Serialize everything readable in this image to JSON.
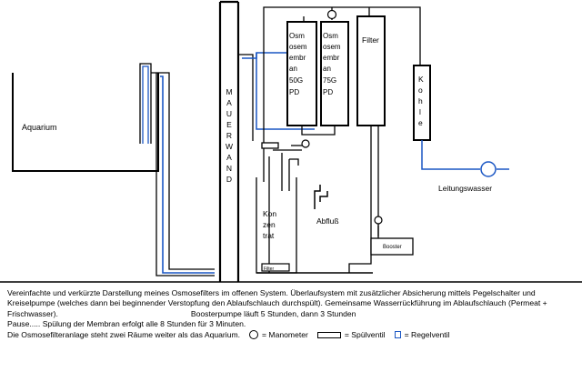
{
  "labels": {
    "aquarium": "Aquarium",
    "wall_letters": [
      "M",
      "A",
      "U",
      "E",
      "R",
      "W",
      "A",
      "N",
      "D"
    ],
    "membrane_50": [
      "Osm",
      "osem",
      "embr",
      "an",
      "50G",
      "PD"
    ],
    "membrane_75": [
      "Osm",
      "osem",
      "embr",
      "an",
      "75G",
      "PD"
    ],
    "filter": "Filter",
    "kohle_letters": [
      "K",
      "o",
      "h",
      "l",
      "e"
    ],
    "konzentrat": [
      "Kon",
      "zen",
      "trat"
    ],
    "abfluss": "Abfluß",
    "booster": "Booster",
    "small_filter": "Filter",
    "leitungswasser": "Leitungswasser"
  },
  "caption": {
    "line1": "Vereinfachte und verkürzte Darstellung meines Osmosefilters im offenen System. Überlaufsystem mit zusätzlicher Absicherung mittels Pegelschalter und",
    "line2": "Kreiselpumpe (welches dann bei beginnender Verstopfung den Ablaufschlauch durchspült). Gemeinsame Wasserrückführung im Ablaufschlauch (Permeat +",
    "line3a": "Frischwasser).",
    "line3b": "Boosterpumpe läuft 5 Stunden, dann 3 Stunden",
    "line4": "Pause..... Spülung der Membran erfolgt alle 8 Stunden für 3 Minuten.",
    "line5": "Die Osmosefilteranlage steht zwei Räume weiter als das Aquarium.",
    "legend_manometer": "= Manometer",
    "legend_spuelventil": "= Spülventil",
    "legend_regelventil": "= Regelventil"
  },
  "colors": {
    "blue_pipe": "#1a56c4",
    "line": "#000000",
    "background": "#ffffff"
  }
}
